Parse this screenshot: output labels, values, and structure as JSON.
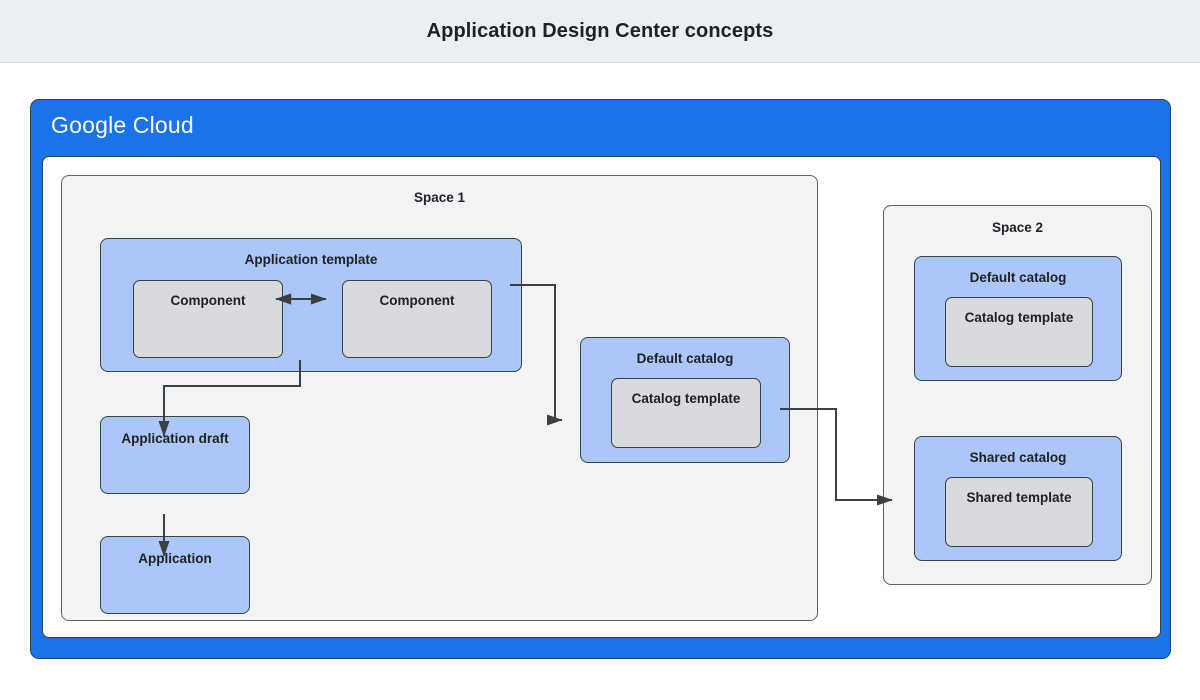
{
  "title": "Application Design Center concepts",
  "cloud": {
    "brand_first": "Google",
    "brand_second": "Cloud"
  },
  "spaces": [
    {
      "id": "space-1",
      "label": "Space 1",
      "nodes": {
        "application_template": "Application template",
        "component_left": "Component",
        "component_right": "Component",
        "application_draft": "Application draft",
        "application": "Application",
        "default_catalog": "Default catalog",
        "catalog_template": "Catalog template"
      }
    },
    {
      "id": "space-2",
      "label": "Space 2",
      "nodes": {
        "default_catalog": "Default catalog",
        "catalog_template": "Catalog template",
        "shared_catalog": "Shared catalog",
        "shared_template": "Shared template"
      }
    }
  ],
  "colors": {
    "brand_blue": "#1a73e8",
    "node_blue": "#aac7f8",
    "node_gray": "#d9dade",
    "space_gray": "#f1f3f4",
    "border_dark": "#3c4043",
    "title_bar": "#eceff1",
    "text": "#202124"
  }
}
